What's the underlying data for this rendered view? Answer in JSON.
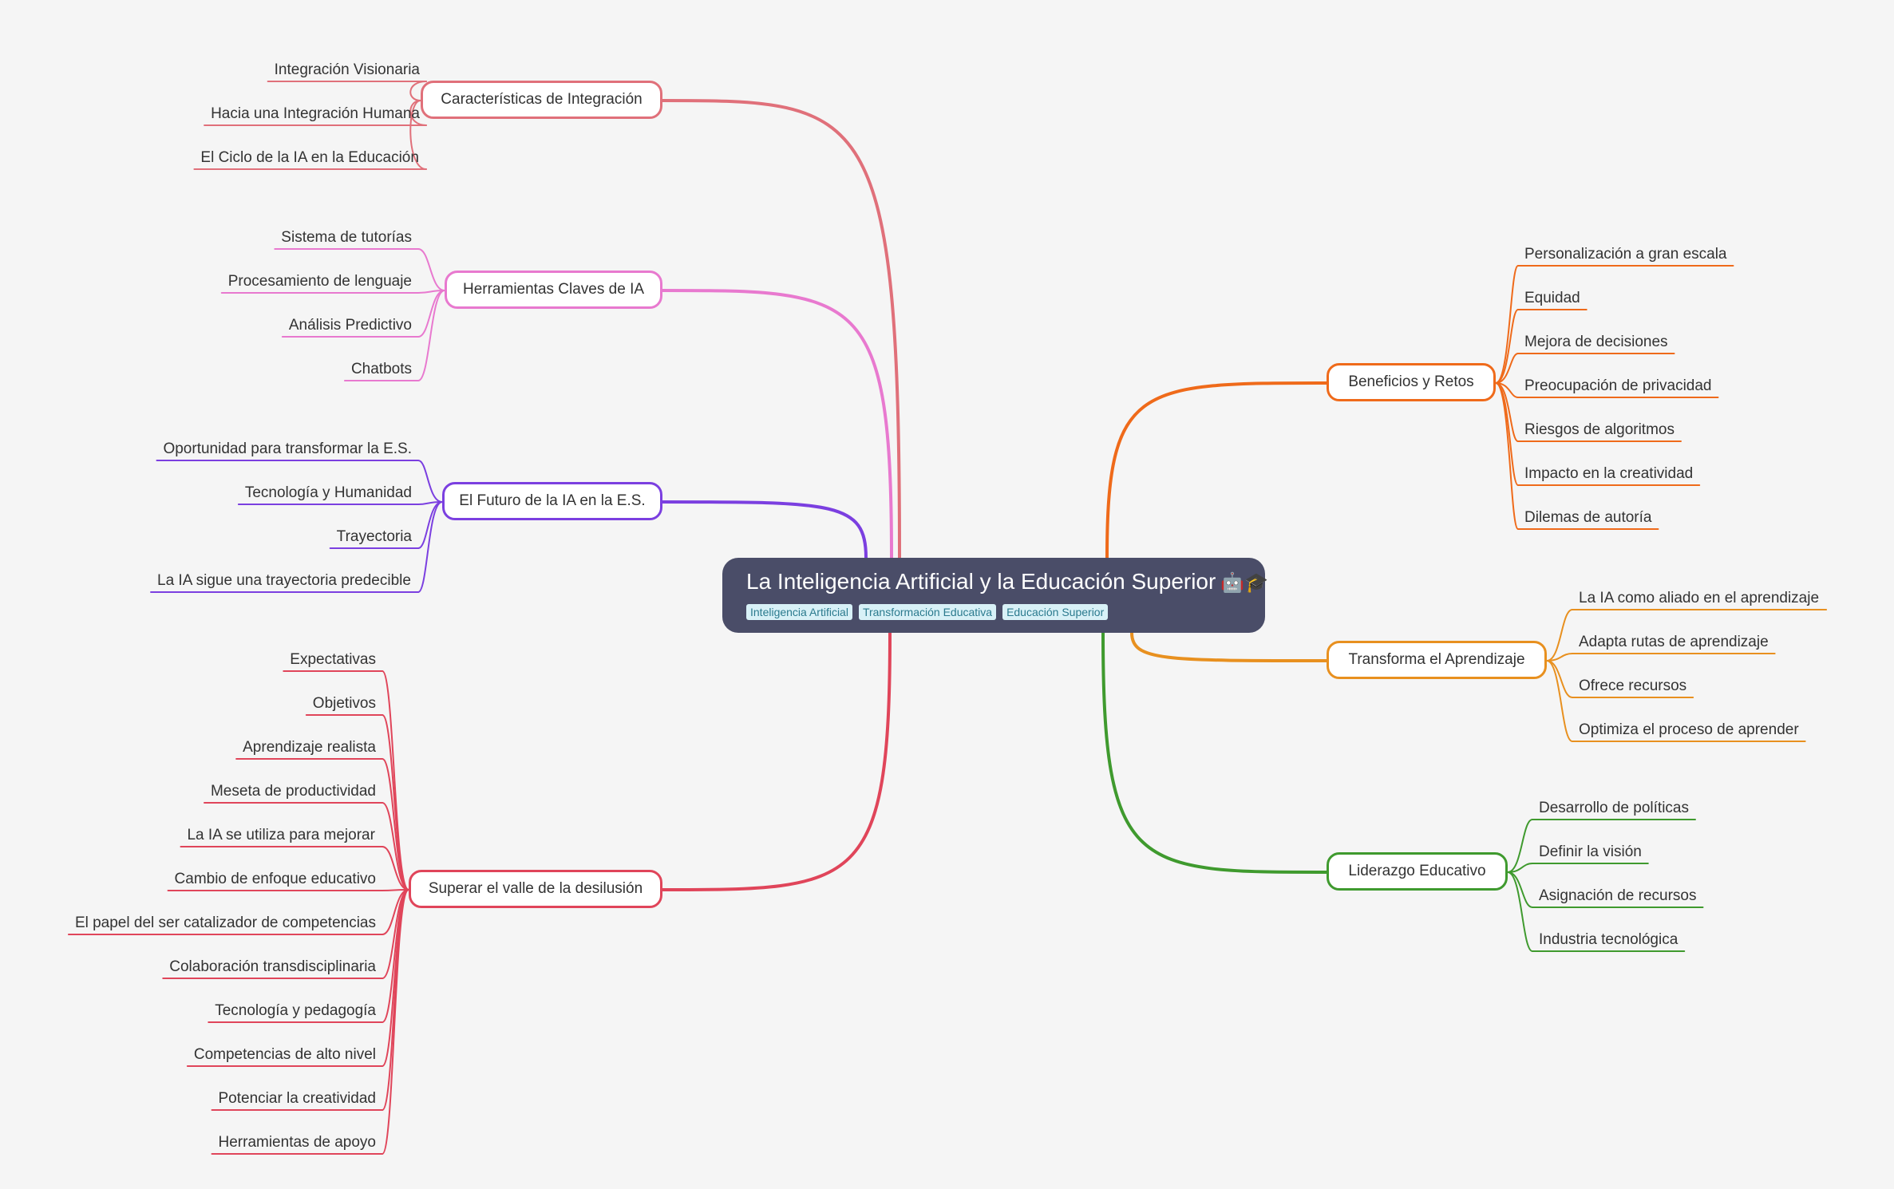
{
  "root": {
    "title": "La Inteligencia Artificial y la Educación Superior",
    "emoji": "🤖🎓",
    "tags": [
      "Inteligencia Artificial",
      "Transformación Educativa",
      "Educación Superior"
    ]
  },
  "colors": {
    "caracteristicas": "#e0707a",
    "herramientas": "#e879cf",
    "futuro": "#7b3fe0",
    "superar": "#e0455a",
    "beneficios": "#ef6a1a",
    "transforma": "#e8901f",
    "liderazgo": "#3f9a2e"
  },
  "branches": [
    {
      "id": "caracteristicas",
      "side": "left",
      "label": "Características de Integración",
      "children": [
        "Integración Visionaria",
        "Hacia una Integración Humana",
        "El Ciclo de la IA en la Educación"
      ]
    },
    {
      "id": "herramientas",
      "side": "left",
      "label": "Herramientas Claves de IA",
      "children": [
        "Sistema de tutorías",
        "Procesamiento de lenguaje",
        "Análisis Predictivo",
        "Chatbots"
      ]
    },
    {
      "id": "futuro",
      "side": "left",
      "label": "El Futuro de la IA en la E.S.",
      "children": [
        "Oportunidad para transformar la E.S.",
        "Tecnología y Humanidad",
        "Trayectoria",
        "La IA sigue una trayectoria predecible"
      ]
    },
    {
      "id": "superar",
      "side": "left",
      "label": "Superar el valle de la desilusión",
      "children": [
        "Expectativas",
        "Objetivos",
        "Aprendizaje realista",
        "Meseta de productividad",
        "La IA se utiliza para mejorar",
        "Cambio de enfoque educativo",
        "El papel del ser catalizador de competencias",
        "Colaboración transdisciplinaria",
        "Tecnología y pedagogía",
        "Competencias de alto nivel",
        "Potenciar la creatividad",
        "Herramientas de apoyo"
      ]
    },
    {
      "id": "beneficios",
      "side": "right",
      "label": "Beneficios y Retos",
      "children": [
        "Personalización a gran escala",
        "Equidad",
        "Mejora de decisiones",
        "Preocupación de privacidad",
        "Riesgos de algoritmos",
        "Impacto en la creatividad",
        "Dilemas de autoría"
      ]
    },
    {
      "id": "transforma",
      "side": "right",
      "label": "Transforma el Aprendizaje",
      "children": [
        "La IA como aliado en el aprendizaje",
        "Adapta rutas de aprendizaje",
        "Ofrece recursos",
        "Optimiza el proceso de aprender"
      ]
    },
    {
      "id": "liderazgo",
      "side": "right",
      "label": "Liderazgo Educativo",
      "children": [
        "Desarrollo de políticas",
        "Definir la visión",
        "Asignación de recursos",
        "Industria tecnológica"
      ]
    }
  ]
}
